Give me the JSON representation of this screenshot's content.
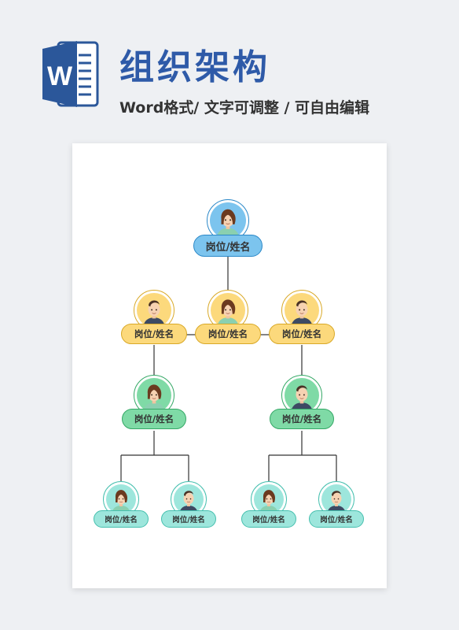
{
  "header": {
    "title": "组织架构",
    "subtitle": "Word格式/ 文字可调整 / 可自由编辑",
    "logo_letter": "W",
    "logo_icon": "word-document-icon"
  },
  "colors": {
    "title": "#2e5aa8",
    "word_blue": "#2b579a",
    "level1_fill": "#7cc4ee",
    "level1_stroke": "#2b88c8",
    "level2_fill": "#fcd97c",
    "level2_stroke": "#d9a928",
    "level3_fill": "#7fdaa6",
    "level3_stroke": "#35a866",
    "level4_fill": "#9de6dc",
    "level4_stroke": "#45bfae"
  },
  "org_chart": {
    "level1": [
      {
        "label": "岗位/姓名",
        "avatar": "female-avatar-icon"
      }
    ],
    "level2": [
      {
        "label": "岗位/姓名",
        "avatar": "male-avatar-icon"
      },
      {
        "label": "岗位/姓名",
        "avatar": "female-avatar-icon"
      },
      {
        "label": "岗位/姓名",
        "avatar": "male-avatar-icon"
      }
    ],
    "level3": [
      {
        "label": "岗位/姓名",
        "avatar": "female-avatar-icon"
      },
      {
        "label": "岗位/姓名",
        "avatar": "male-avatar-icon"
      }
    ],
    "level4": [
      {
        "label": "岗位/姓名",
        "avatar": "female-avatar-icon"
      },
      {
        "label": "岗位/姓名",
        "avatar": "male-avatar-icon"
      },
      {
        "label": "岗位/姓名",
        "avatar": "female-avatar-icon"
      },
      {
        "label": "岗位/姓名",
        "avatar": "male-avatar-icon"
      }
    ]
  }
}
